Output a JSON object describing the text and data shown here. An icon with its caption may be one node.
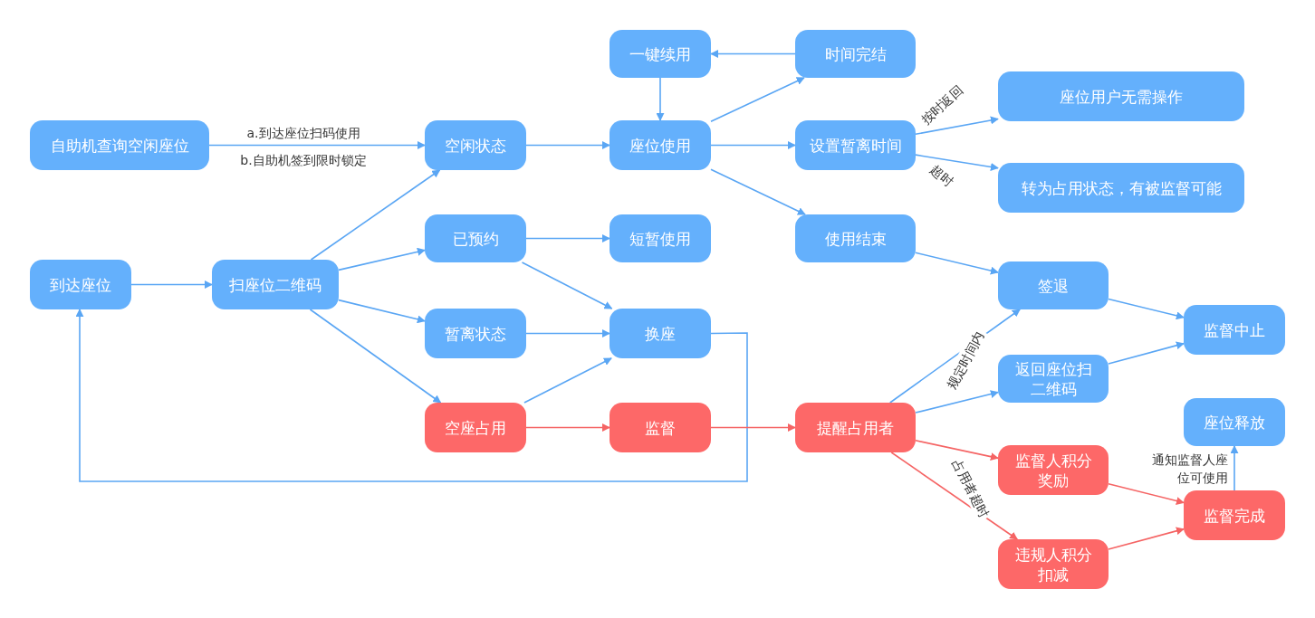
{
  "diagram": {
    "nodes": [
      {
        "text": [
          "自助机查询空闲座位"
        ]
      },
      {
        "text": [
          "空闲状态"
        ]
      },
      {
        "text": [
          "一键续用"
        ]
      },
      {
        "text": [
          "时间完结"
        ]
      },
      {
        "text": [
          "座位使用"
        ]
      },
      {
        "text": [
          "设置暂离时间"
        ]
      },
      {
        "text": [
          "座位用户无需操作"
        ]
      },
      {
        "text": [
          "转为占用状态，有被监督可能"
        ]
      },
      {
        "text": [
          "到达座位"
        ]
      },
      {
        "text": [
          "扫座位二维码"
        ]
      },
      {
        "text": [
          "已预约"
        ]
      },
      {
        "text": [
          "短暂使用"
        ]
      },
      {
        "text": [
          "使用结束"
        ]
      },
      {
        "text": [
          "暂离状态"
        ]
      },
      {
        "text": [
          "换座"
        ]
      },
      {
        "text": [
          "签退"
        ]
      },
      {
        "text": [
          "监督中止"
        ]
      },
      {
        "text": [
          "返回座位扫二维码"
        ]
      },
      {
        "text": [
          "空座占用"
        ]
      },
      {
        "text": [
          "监督"
        ]
      },
      {
        "text": [
          "提醒占用者"
        ]
      },
      {
        "text": [
          "座位释放"
        ]
      },
      {
        "text": [
          "监督人积分奖励"
        ]
      },
      {
        "text": [
          "监督完成"
        ]
      },
      {
        "text": [
          "违规人积分扣减"
        ]
      }
    ],
    "edges": [
      {
        "from": 0,
        "to": 1,
        "arrow": "to",
        "label": "a.到达座位扫码使用"
      },
      {
        "from": 1,
        "to": 4,
        "arrow": "to"
      },
      {
        "from": 2,
        "to": 4,
        "arrow": "to"
      },
      {
        "from": 3,
        "to": 2,
        "arrow": "to"
      },
      {
        "from": 4,
        "to": 3,
        "arrow": "to"
      },
      {
        "from": 4,
        "to": 5,
        "arrow": "to"
      },
      {
        "from": 4,
        "to": 12,
        "arrow": "to"
      },
      {
        "from": 5,
        "to": 6,
        "arrow": "to",
        "label": "按时返回"
      },
      {
        "from": 5,
        "to": 7,
        "arrow": "to",
        "label": "超时"
      },
      {
        "from": 8,
        "to": 9,
        "arrow": "to"
      },
      {
        "from": 9,
        "to": 1,
        "arrow": "to"
      },
      {
        "from": 9,
        "to": 10,
        "arrow": "to"
      },
      {
        "from": 9,
        "to": 13,
        "arrow": "to"
      },
      {
        "from": 9,
        "to": 18,
        "arrow": "to"
      },
      {
        "from": 10,
        "to": 11,
        "arrow": "to"
      },
      {
        "from": 10,
        "to": 14,
        "arrow": "to"
      },
      {
        "from": 13,
        "to": 14,
        "arrow": "to"
      },
      {
        "from": 18,
        "to": 14,
        "arrow": "to"
      },
      {
        "from": 14,
        "to": 8,
        "arrow": "to"
      },
      {
        "from": 18,
        "to": 19,
        "arrow": "to",
        "color": "#f56464"
      },
      {
        "from": 19,
        "to": 20,
        "arrow": "to",
        "color": "#f56464"
      },
      {
        "from": 12,
        "to": 15,
        "arrow": "to"
      },
      {
        "from": 20,
        "to": 15,
        "arrow": "to",
        "label": "规定时间内"
      },
      {
        "from": 20,
        "to": 17,
        "arrow": "to"
      },
      {
        "from": 15,
        "to": 16,
        "arrow": "to"
      },
      {
        "from": 17,
        "to": 16,
        "arrow": "to"
      },
      {
        "from": 20,
        "to": 22,
        "arrow": "to",
        "color": "#f56464"
      },
      {
        "from": 20,
        "to": 24,
        "arrow": "to",
        "color": "#f56464",
        "label": "占用者超时"
      },
      {
        "from": 22,
        "to": 23,
        "arrow": "to",
        "color": "#f56464"
      },
      {
        "from": 24,
        "to": 23,
        "arrow": "to",
        "color": "#f56464"
      },
      {
        "from": 23,
        "to": 21,
        "arrow": "to",
        "label": "通知监督人座位可使用"
      }
    ],
    "labels": [
      "b.自助机签到限时锁定"
    ]
  }
}
